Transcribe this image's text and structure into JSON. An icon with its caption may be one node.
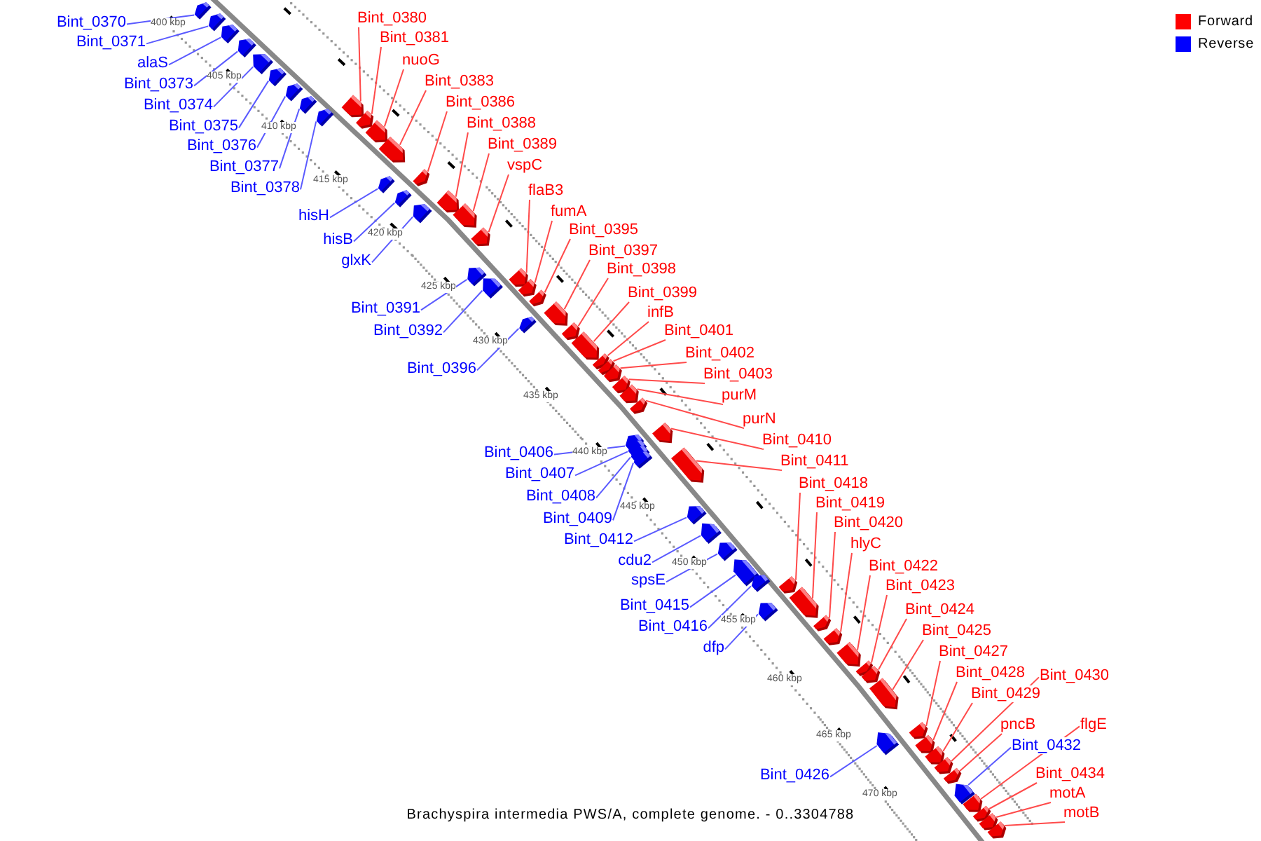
{
  "diagram": {
    "caption": "Brachyspira intermedia PWS/A, complete genome. - 0..3304788",
    "nodes": [
      {
        "text": [
          "Bint_0370"
        ]
      },
      {
        "text": [
          "Bint_0371"
        ]
      },
      {
        "text": [
          "alaS"
        ]
      },
      {
        "text": [
          "Bint_0373"
        ]
      },
      {
        "text": [
          "Bint_0374"
        ]
      },
      {
        "text": [
          "Bint_0375"
        ]
      },
      {
        "text": [
          "Bint_0376"
        ]
      },
      {
        "text": [
          "Bint_0377"
        ]
      },
      {
        "text": [
          "Bint_0378"
        ]
      },
      {
        "text": [
          "hisH"
        ]
      },
      {
        "text": [
          "hisB"
        ]
      },
      {
        "text": [
          "glxK"
        ]
      },
      {
        "text": [
          "Bint_0391"
        ]
      },
      {
        "text": [
          "Bint_0392"
        ]
      },
      {
        "text": [
          "Bint_0396"
        ]
      },
      {
        "text": [
          "Bint_0406"
        ]
      },
      {
        "text": [
          "Bint_0407"
        ]
      },
      {
        "text": [
          "Bint_0408"
        ]
      },
      {
        "text": [
          "Bint_0409"
        ]
      },
      {
        "text": [
          "Bint_0412"
        ]
      },
      {
        "text": [
          "cdu2"
        ]
      },
      {
        "text": [
          "spsE"
        ]
      },
      {
        "text": [
          "Bint_0415"
        ]
      },
      {
        "text": [
          "Bint_0416"
        ]
      },
      {
        "text": [
          "dfp"
        ]
      },
      {
        "text": [
          "Bint_0426"
        ]
      },
      {
        "text": [
          "Bint_0432"
        ]
      },
      {
        "text": [
          "Bint_0380"
        ]
      },
      {
        "text": [
          "Bint_0381"
        ]
      },
      {
        "text": [
          "nuoG"
        ]
      },
      {
        "text": [
          "Bint_0383"
        ]
      },
      {
        "text": [
          "Bint_0386"
        ]
      },
      {
        "text": [
          "Bint_0388"
        ]
      },
      {
        "text": [
          "Bint_0389"
        ]
      },
      {
        "text": [
          "vspC"
        ]
      },
      {
        "text": [
          "flaB3"
        ]
      },
      {
        "text": [
          "fumA"
        ]
      },
      {
        "text": [
          "Bint_0395"
        ]
      },
      {
        "text": [
          "Bint_0397"
        ]
      },
      {
        "text": [
          "Bint_0398"
        ]
      },
      {
        "text": [
          "Bint_0399"
        ]
      },
      {
        "text": [
          "infB"
        ]
      },
      {
        "text": [
          "Bint_0401"
        ]
      },
      {
        "text": [
          "Bint_0402"
        ]
      },
      {
        "text": [
          "Bint_0403"
        ]
      },
      {
        "text": [
          "purM"
        ]
      },
      {
        "text": [
          "purN"
        ]
      },
      {
        "text": [
          "Bint_0410"
        ]
      },
      {
        "text": [
          "Bint_0411"
        ]
      },
      {
        "text": [
          "Bint_0418"
        ]
      },
      {
        "text": [
          "Bint_0419"
        ]
      },
      {
        "text": [
          "Bint_0420"
        ]
      },
      {
        "text": [
          "hlyC"
        ]
      },
      {
        "text": [
          "Bint_0422"
        ]
      },
      {
        "text": [
          "Bint_0423"
        ]
      },
      {
        "text": [
          "Bint_0424"
        ]
      },
      {
        "text": [
          "Bint_0425"
        ]
      },
      {
        "text": [
          "Bint_0427"
        ]
      },
      {
        "text": [
          "Bint_0428"
        ]
      },
      {
        "text": [
          "Bint_0429"
        ]
      },
      {
        "text": [
          "Bint_0430"
        ]
      },
      {
        "text": [
          "pncB"
        ]
      },
      {
        "text": [
          "flgE"
        ]
      },
      {
        "text": [
          "Bint_0434"
        ]
      },
      {
        "text": [
          "motA"
        ]
      },
      {
        "text": [
          "motB"
        ]
      },
      {
        "text": [],
        "shape": "pentagon"
      },
      {
        "text": [],
        "shape": "pentagon"
      },
      {
        "text": [],
        "shape": "pentagon"
      },
      {
        "text": [],
        "shape": "pentagon"
      },
      {
        "text": [],
        "shape": "pentagon"
      },
      {
        "text": [],
        "shape": "pentagon"
      },
      {
        "text": [],
        "shape": "pentagon"
      },
      {
        "text": [],
        "shape": "pentagon"
      },
      {
        "text": [],
        "shape": "pentagon"
      },
      {
        "text": [],
        "shape": "pentagon"
      },
      {
        "text": [],
        "shape": "pentagon"
      },
      {
        "text": [],
        "shape": "pentagon"
      },
      {
        "text": [],
        "shape": "pentagon"
      },
      {
        "text": [],
        "shape": "pentagon"
      },
      {
        "text": [],
        "shape": "pentagon"
      },
      {
        "text": [],
        "shape": "pentagon"
      },
      {
        "text": [],
        "shape": "pentagon"
      },
      {
        "text": [],
        "shape": "pentagon"
      },
      {
        "text": [],
        "shape": "pentagon"
      },
      {
        "text": [],
        "shape": "pentagon"
      },
      {
        "text": [],
        "shape": "pentagon"
      },
      {
        "text": [],
        "shape": "pentagon"
      },
      {
        "text": [],
        "shape": "pentagon"
      },
      {
        "text": [],
        "shape": "pentagon"
      },
      {
        "text": [],
        "shape": "pentagon"
      },
      {
        "text": [],
        "shape": "pentagon"
      },
      {
        "text": [],
        "shape": "pentagon"
      },
      {
        "text": [],
        "shape": "pentagon"
      },
      {
        "text": [],
        "shape": "pentagon"
      },
      {
        "text": [],
        "shape": "pentagon"
      },
      {
        "text": [],
        "shape": "pentagon"
      },
      {
        "text": [],
        "shape": "pentagon"
      },
      {
        "text": [],
        "shape": "pentagon"
      },
      {
        "text": [],
        "shape": "pentagon"
      },
      {
        "text": [],
        "shape": "pentagon"
      },
      {
        "text": [],
        "shape": "pentagon"
      },
      {
        "text": [],
        "shape": "pentagon"
      },
      {
        "text": [],
        "shape": "pentagon"
      },
      {
        "text": [],
        "shape": "pentagon"
      },
      {
        "text": [],
        "shape": "pentagon"
      },
      {
        "text": [],
        "shape": "pentagon"
      },
      {
        "text": [],
        "shape": "pentagon"
      },
      {
        "text": [],
        "shape": "pentagon"
      },
      {
        "text": [],
        "shape": "pentagon"
      },
      {
        "text": [],
        "shape": "pentagon"
      },
      {
        "text": [],
        "shape": "pentagon"
      },
      {
        "text": [],
        "shape": "pentagon"
      },
      {
        "text": [],
        "shape": "pentagon"
      },
      {
        "text": [],
        "shape": "pentagon"
      },
      {
        "text": [],
        "shape": "pentagon"
      },
      {
        "text": [],
        "shape": "pentagon"
      },
      {
        "text": [],
        "shape": "pentagon"
      },
      {
        "text": [],
        "shape": "pentagon"
      },
      {
        "text": [],
        "shape": "pentagon"
      },
      {
        "text": [],
        "shape": "pentagon"
      },
      {
        "text": [],
        "shape": "pentagon"
      },
      {
        "text": [],
        "shape": "pentagon"
      },
      {
        "text": [],
        "shape": "pentagon"
      },
      {
        "text": [],
        "shape": "pentagon"
      },
      {
        "text": [],
        "shape": "pentagon"
      },
      {
        "text": [],
        "shape": "pentagon"
      },
      {
        "text": [],
        "shape": "pentagon"
      },
      {
        "text": [],
        "shape": "pentagon"
      },
      {
        "text": [],
        "shape": "pentagon"
      },
      {
        "text": [],
        "shape": "pentagon"
      },
      {
        "text": [],
        "shape": "pentagon"
      }
    ],
    "edges": [
      {
        "from": 0,
        "to": 66,
        "arrow": "none",
        "color": "#5a5aff"
      },
      {
        "from": 1,
        "to": 67,
        "arrow": "none",
        "color": "#5a5aff"
      },
      {
        "from": 2,
        "to": 68,
        "arrow": "none",
        "color": "#5a5aff"
      },
      {
        "from": 3,
        "to": 69,
        "arrow": "none",
        "color": "#5a5aff"
      },
      {
        "from": 4,
        "to": 70,
        "arrow": "none",
        "color": "#5a5aff"
      },
      {
        "from": 5,
        "to": 71,
        "arrow": "none",
        "color": "#5a5aff"
      },
      {
        "from": 6,
        "to": 72,
        "arrow": "none",
        "color": "#5a5aff"
      },
      {
        "from": 7,
        "to": 73,
        "arrow": "none",
        "color": "#5a5aff"
      },
      {
        "from": 8,
        "to": 75,
        "arrow": "none",
        "color": "#5a5aff"
      },
      {
        "from": 9,
        "to": 80,
        "arrow": "none",
        "color": "#5a5aff"
      },
      {
        "from": 10,
        "to": 81,
        "arrow": "none",
        "color": "#5a5aff"
      },
      {
        "from": 11,
        "to": 83,
        "arrow": "none",
        "color": "#5a5aff"
      },
      {
        "from": 12,
        "to": 86,
        "arrow": "none",
        "color": "#5a5aff"
      },
      {
        "from": 13,
        "to": 88,
        "arrow": "none",
        "color": "#5a5aff"
      },
      {
        "from": 14,
        "to": 92,
        "arrow": "none",
        "color": "#5a5aff"
      },
      {
        "from": 15,
        "to": 102,
        "arrow": "none",
        "color": "#5a5aff"
      },
      {
        "from": 16,
        "to": 103,
        "arrow": "none",
        "color": "#5a5aff"
      },
      {
        "from": 17,
        "to": 104,
        "arrow": "none",
        "color": "#5a5aff"
      },
      {
        "from": 18,
        "to": 105,
        "arrow": "none",
        "color": "#5a5aff"
      },
      {
        "from": 19,
        "to": 107,
        "arrow": "none",
        "color": "#5a5aff"
      },
      {
        "from": 20,
        "to": 108,
        "arrow": "none",
        "color": "#5a5aff"
      },
      {
        "from": 21,
        "to": 109,
        "arrow": "none",
        "color": "#5a5aff"
      },
      {
        "from": 22,
        "to": 110,
        "arrow": "none",
        "color": "#5a5aff"
      },
      {
        "from": 23,
        "to": 111,
        "arrow": "none",
        "color": "#5a5aff"
      },
      {
        "from": 24,
        "to": 114,
        "arrow": "none",
        "color": "#5a5aff"
      },
      {
        "from": 25,
        "to": 122,
        "arrow": "none",
        "color": "#5a5aff"
      },
      {
        "from": 26,
        "to": 127,
        "arrow": "none",
        "color": "#5a5aff"
      },
      {
        "from": 27,
        "to": 74,
        "arrow": "none"
      },
      {
        "from": 28,
        "to": 76,
        "arrow": "none"
      },
      {
        "from": 29,
        "to": 77,
        "arrow": "none"
      },
      {
        "from": 30,
        "to": 78,
        "arrow": "none"
      },
      {
        "from": 31,
        "to": 79,
        "arrow": "none"
      },
      {
        "from": 32,
        "to": 82,
        "arrow": "none"
      },
      {
        "from": 33,
        "to": 84,
        "arrow": "none"
      },
      {
        "from": 34,
        "to": 85,
        "arrow": "none"
      },
      {
        "from": 35,
        "to": 87,
        "arrow": "none"
      },
      {
        "from": 36,
        "to": 89,
        "arrow": "none"
      },
      {
        "from": 37,
        "to": 90,
        "arrow": "none"
      },
      {
        "from": 38,
        "to": 91,
        "arrow": "none"
      },
      {
        "from": 39,
        "to": 93,
        "arrow": "none"
      },
      {
        "from": 40,
        "to": 94,
        "arrow": "none"
      },
      {
        "from": 41,
        "to": 95,
        "arrow": "none"
      },
      {
        "from": 42,
        "to": 96,
        "arrow": "none"
      },
      {
        "from": 43,
        "to": 97,
        "arrow": "none"
      },
      {
        "from": 44,
        "to": 98,
        "arrow": "none"
      },
      {
        "from": 45,
        "to": 99,
        "arrow": "none"
      },
      {
        "from": 46,
        "to": 100,
        "arrow": "none"
      },
      {
        "from": 47,
        "to": 101,
        "arrow": "none"
      },
      {
        "from": 48,
        "to": 106,
        "arrow": "none"
      },
      {
        "from": 49,
        "to": 112,
        "arrow": "none"
      },
      {
        "from": 50,
        "to": 113,
        "arrow": "none"
      },
      {
        "from": 51,
        "to": 115,
        "arrow": "none"
      },
      {
        "from": 52,
        "to": 116,
        "arrow": "none"
      },
      {
        "from": 53,
        "to": 117,
        "arrow": "none"
      },
      {
        "from": 54,
        "to": 118,
        "arrow": "none"
      },
      {
        "from": 55,
        "to": 119,
        "arrow": "none"
      },
      {
        "from": 56,
        "to": 120,
        "arrow": "none"
      },
      {
        "from": 57,
        "to": 121,
        "arrow": "none"
      },
      {
        "from": 58,
        "to": 123,
        "arrow": "none"
      },
      {
        "from": 59,
        "to": 124,
        "arrow": "none"
      },
      {
        "from": 60,
        "to": 125,
        "arrow": "none"
      },
      {
        "from": 61,
        "to": 126,
        "arrow": "none"
      },
      {
        "from": 62,
        "to": 128,
        "arrow": "none"
      },
      {
        "from": 63,
        "to": 129,
        "arrow": "none"
      },
      {
        "from": 64,
        "to": 130,
        "arrow": "none"
      },
      {
        "from": 65,
        "to": 131,
        "arrow": "none"
      }
    ],
    "labels": [
      "400 kbp",
      "405 kbp",
      "410 kbp",
      "415 kbp",
      "420 kbp",
      "425 kbp",
      "430 kbp",
      "435 kbp",
      "440 kbp",
      "445 kbp",
      "450 kbp",
      "455 kbp",
      "460 kbp",
      "465 kbp",
      "470 kbp"
    ],
    "legend": [
      {
        "text": "Forward",
        "color": "#ff0000"
      },
      {
        "text": "Reverse",
        "color": "#0000ff"
      }
    ]
  }
}
